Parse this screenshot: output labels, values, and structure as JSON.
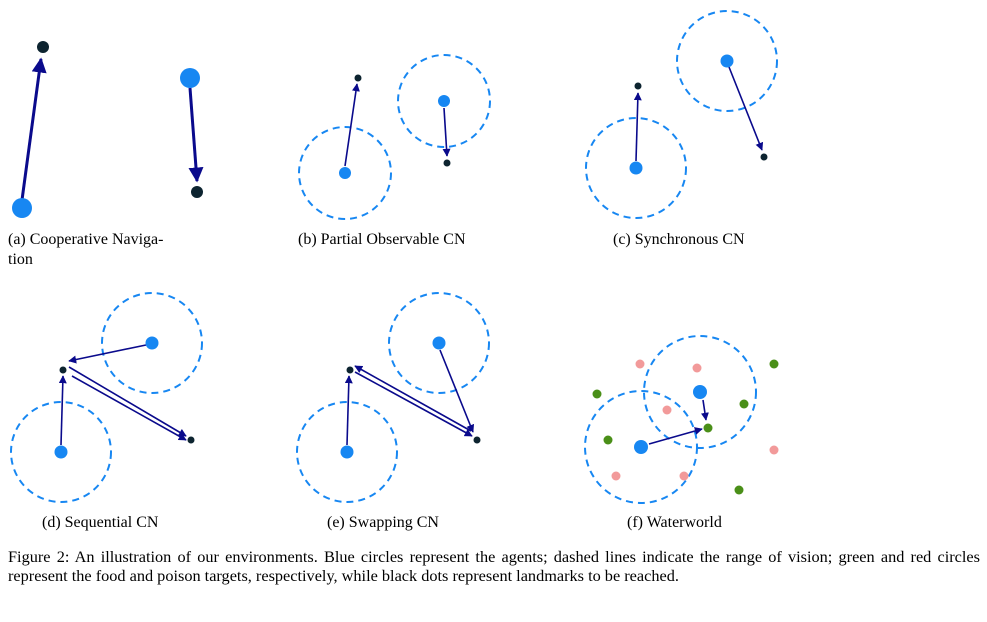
{
  "colors": {
    "agent": "#1787f2",
    "vision": "#1787f2",
    "arrow": "#0a0a8c",
    "landmark": "#0d2430",
    "food": "#4a8f18",
    "poison": "#f29a9a"
  },
  "panels": [
    {
      "id": "a",
      "caption": "(a)  Cooperative  Naviga-tion"
    },
    {
      "id": "b",
      "caption": "(b) Partial Observable CN"
    },
    {
      "id": "c",
      "caption": "(c) Synchronous CN"
    },
    {
      "id": "d",
      "caption": "(d) Sequential CN"
    },
    {
      "id": "e",
      "caption": "(e) Swapping CN"
    },
    {
      "id": "f",
      "caption": "(f) Waterworld"
    }
  ],
  "figure_caption": "Figure 2: An illustration of our environments. Blue circles represent the agents; dashed lines indicate the range of vision; green and red circles represent the food and poison targets, respectively, while black dots represent landmarks to be reached."
}
